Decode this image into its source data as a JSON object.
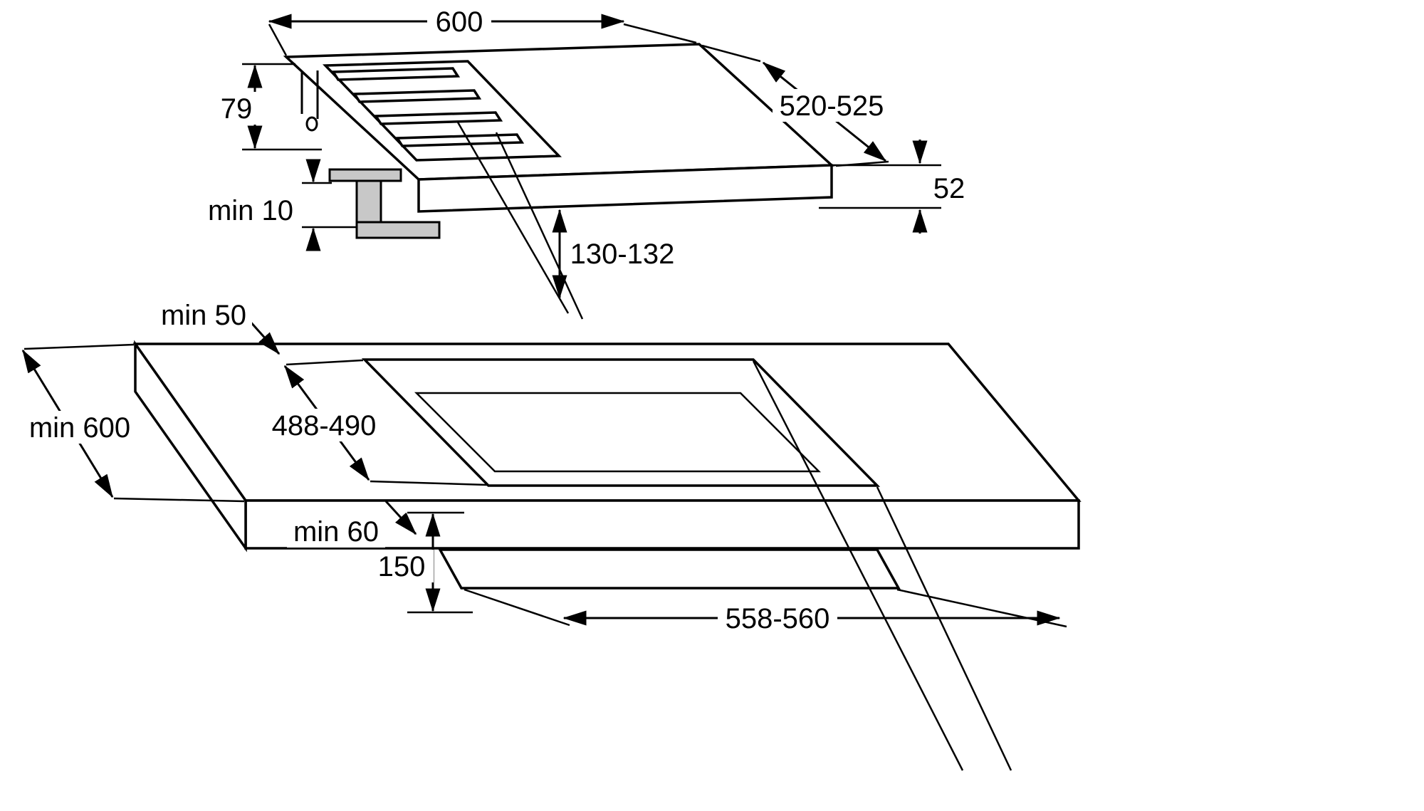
{
  "colors": {
    "line": "#000000",
    "bracket_fill": "#c8c8c8",
    "background": "#ffffff"
  },
  "hob_view": {
    "width": "600",
    "depth": "520-525",
    "height_with_controls": "79",
    "height": "52",
    "bracket_clearance": "min 10",
    "recess_depth": "130-132"
  },
  "worktop_view": {
    "rear_clearance": "min 50",
    "min_depth": "min 600",
    "cutout_depth": "488-490",
    "front_clearance": "min 60",
    "front_edge_distance": "150",
    "cutout_width": "558-560"
  }
}
